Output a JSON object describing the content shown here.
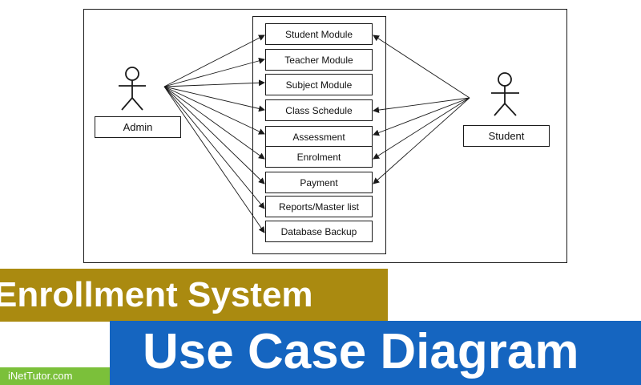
{
  "diagram": {
    "actors": {
      "admin": {
        "label": "Admin"
      },
      "student": {
        "label": "Student"
      }
    },
    "use_cases": [
      {
        "id": "student-module",
        "label": "Student Module"
      },
      {
        "id": "teacher-module",
        "label": "Teacher Module"
      },
      {
        "id": "subject-module",
        "label": "Subject Module"
      },
      {
        "id": "class-schedule",
        "label": "Class Schedule"
      },
      {
        "id": "assessment",
        "label": "Assessment"
      },
      {
        "id": "enrolment",
        "label": "Enrolment"
      },
      {
        "id": "payment",
        "label": "Payment"
      },
      {
        "id": "reports-master-list",
        "label": "Reports/Master list"
      },
      {
        "id": "database-backup",
        "label": "Database Backup"
      }
    ],
    "associations": {
      "admin": [
        "student-module",
        "teacher-module",
        "subject-module",
        "class-schedule",
        "assessment",
        "enrolment",
        "payment",
        "reports-master-list",
        "database-backup"
      ],
      "student": [
        "student-module",
        "class-schedule",
        "assessment",
        "enrolment",
        "payment"
      ]
    }
  },
  "banner": {
    "line1": "Enrollment System",
    "line2": "Use Case Diagram",
    "brand": "iNetTutor.com"
  },
  "colors": {
    "gold_band": "#aa8a10",
    "blue_band": "#1565c0",
    "green_band": "#7bc03a"
  }
}
